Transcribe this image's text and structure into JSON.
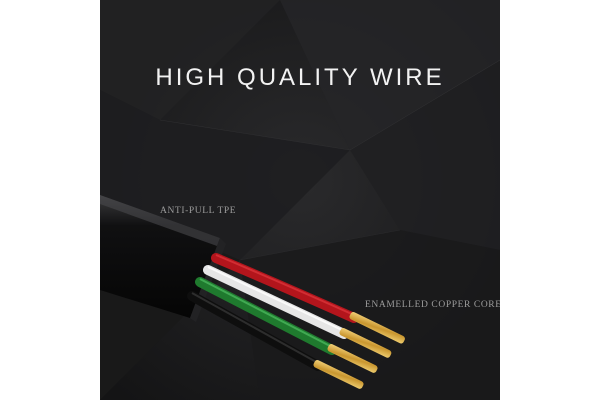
{
  "headline": "HIGH QUALITY WIRE",
  "labels": {
    "jacket": "ANTI-PULL TPE",
    "core": "ENAMELLED COPPER CORE"
  },
  "colors": {
    "background": "#1c1c1d",
    "jacket": "#0b0b0c",
    "wire_red": "#b3151c",
    "wire_white": "#e6e6e6",
    "wire_green": "#1f7a2e",
    "wire_black": "#0e0e0e",
    "copper_tip": "#d8b04a"
  }
}
